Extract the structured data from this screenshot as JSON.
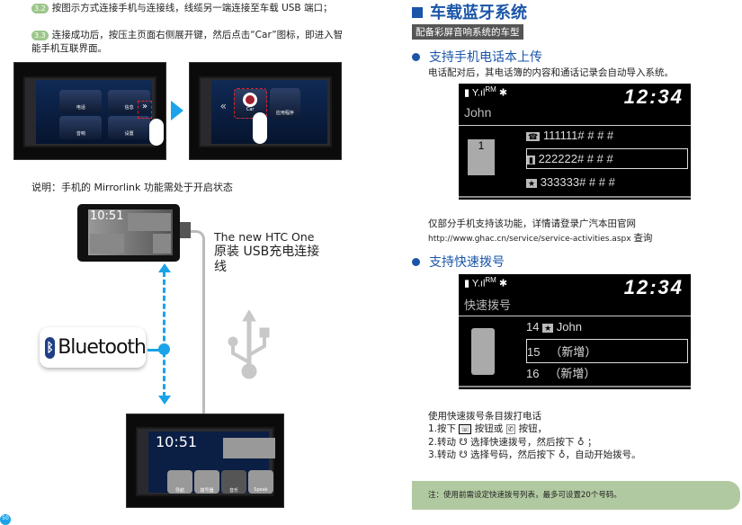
{
  "left": {
    "steps": [
      {
        "badge": "3.2",
        "text": "按图示方式连接手机与连接线，线缆另一端连接至车载 USB 端口；"
      },
      {
        "badge": "3.3",
        "text": "连接成功后，按压主页面右侧展开键，然后点击“Car”图标，即进入智能手机互联界面。"
      }
    ],
    "car_screen_1": {
      "tiles": [
        "电话",
        "信息",
        "音响",
        "设置"
      ]
    },
    "car_screen_2": {
      "tiles": [
        "Car",
        "应用程序"
      ]
    },
    "note": "说明：手机的 Mirrorlink 功能需处于开启状态",
    "phone": {
      "time": "10:51"
    },
    "cable_label_en": "The new HTC One",
    "cable_label_cn": "原装 USB充电连接线",
    "bluetooth_label": "Bluetooth",
    "car_screen_3": {
      "time": "10:51",
      "tiles": [
        "导航",
        "拨号器",
        "音乐",
        "Speak"
      ]
    },
    "page_number": "50"
  },
  "right": {
    "title": "车载蓝牙系统",
    "tag": "配备彩屏音响系统的车型",
    "section1": {
      "heading": "支持手机电话本上传",
      "desc": "电话配对后，其电话簿的内容和通话记录会自动导入系统。",
      "screen": {
        "rm": "RM",
        "time": "12:34",
        "name": "John",
        "book_number": "1",
        "rows": [
          "111111# # # #",
          "222222# # # #",
          "333333# # # #"
        ]
      },
      "note1": "仅部分手机支持该功能，详情请登录广汽本田官网",
      "url": "http://www.ghac.cn/service/service-activities.aspx",
      "note2": "查询"
    },
    "section2": {
      "heading": "支持快速拨号",
      "screen": {
        "rm": "RM",
        "time": "12:34",
        "name": "快速拨号",
        "rows": [
          {
            "num": "14",
            "label": "John"
          },
          {
            "num": "15",
            "label": "（新增）"
          },
          {
            "num": "16",
            "label": "（新增）"
          }
        ]
      },
      "instructions": {
        "title": "使用快速拨号条目拨打电话",
        "l1a": "1.按下",
        "l1b": "按钮或",
        "l1c": "按钮，",
        "l2a": "2.转动",
        "l2b": "选择快速拨号，然后按下",
        "l2c": "；",
        "l3a": "3.转动",
        "l3b": "选择号码，然后按下",
        "l3c": "，自动开始拨号。"
      }
    },
    "footnote": "注：使用前需设定快速拨号列表，最多可设置20个号码。"
  },
  "colors": {
    "blue": "#1a55a8",
    "green": "#b1c9a0",
    "cyan": "#1aa3e8"
  }
}
